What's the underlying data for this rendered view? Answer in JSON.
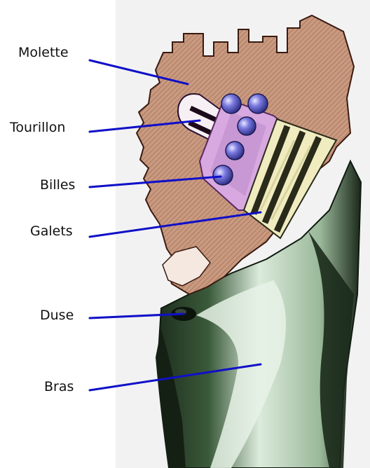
{
  "figure": {
    "labels": [
      {
        "id": "molette",
        "text": "Molette"
      },
      {
        "id": "tourillon",
        "text": "Tourillon"
      },
      {
        "id": "billes",
        "text": "Billes"
      },
      {
        "id": "galets",
        "text": "Galets"
      },
      {
        "id": "duse",
        "text": "Duse"
      },
      {
        "id": "bras",
        "text": "Bras"
      }
    ]
  },
  "colors": {
    "leader_line": "#1010c8",
    "molette_body": "#c89a80",
    "molette_hatch": "#8a4a36",
    "bras_body": "#d8ead8",
    "bras_shadow": "#1a2a1a",
    "billes": "#6a6ad8",
    "galets_light": "#f0ecc0",
    "galets_dark": "#2a2a1a",
    "cage": "#d8a8e0",
    "background_panel": "#f2f2f2"
  }
}
